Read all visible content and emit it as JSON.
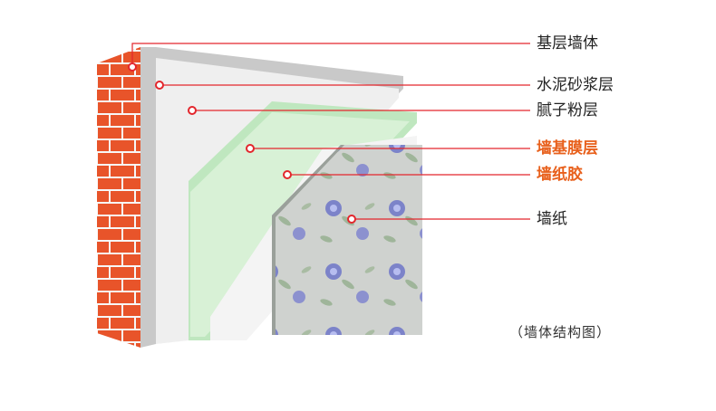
{
  "layers": [
    {
      "key": "base_wall",
      "label": "基层墙体",
      "highlight": false
    },
    {
      "key": "cement_mortar",
      "label": "水泥砂浆层",
      "highlight": false
    },
    {
      "key": "putty",
      "label": "腻子粉层",
      "highlight": false
    },
    {
      "key": "base_film",
      "label": "墙基膜层",
      "highlight": true
    },
    {
      "key": "wallpaper_glue",
      "label": "墙纸胶",
      "highlight": true
    },
    {
      "key": "wallpaper",
      "label": "墙纸",
      "highlight": false
    }
  ],
  "caption": "（墙体结构图）",
  "colors": {
    "brick": "#e8542a",
    "mortar": "#f7f7f7",
    "cement": "#c9c9c9",
    "putty": "#ececec",
    "base_film": "#bfe7bf",
    "glue": "#f2f2f2",
    "wallpaper": "#cfd2cf",
    "leader": "#e3262c",
    "highlight_text": "#e8601c"
  }
}
